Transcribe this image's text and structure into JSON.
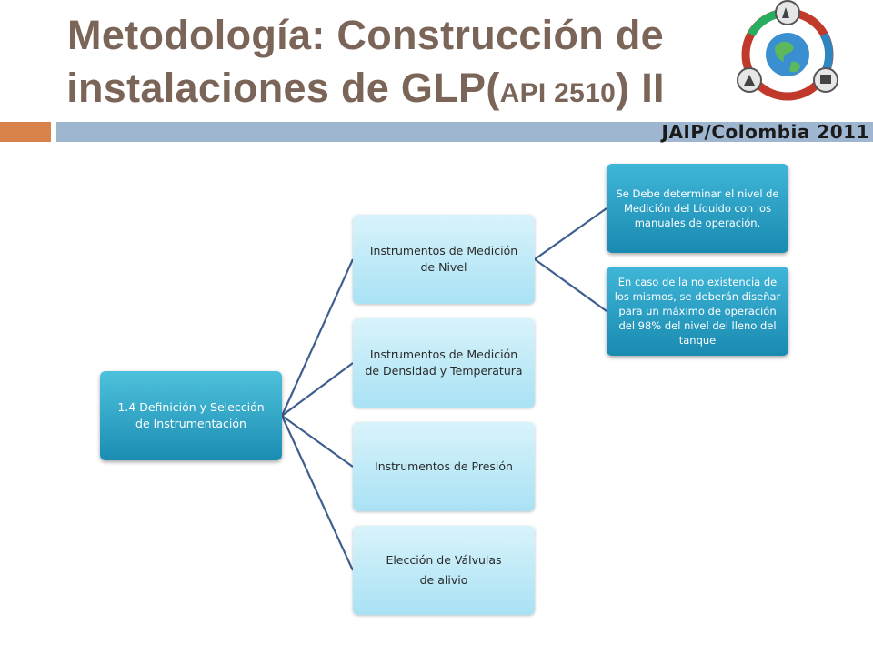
{
  "header": {
    "title_line1": "Metodología: Construcción de",
    "title_line2_main": "instalaciones de GLP(",
    "title_line2_api": "API 2510",
    "title_line2_end": ") II",
    "event_label": "JAIP/Colombia 2011"
  },
  "colors": {
    "title": "#7a6558",
    "accent_orange": "#d9824a",
    "accent_blue": "#9fb6d0",
    "node_dark": "#1b8db3",
    "node_light": "#bfe8f6",
    "connector": "#3f5f8f"
  },
  "diagram": {
    "root": "1.4 Definición y Selección de Instrumentación",
    "children": [
      {
        "label": "Instrumentos de Medición de Nivel"
      },
      {
        "label": "Instrumentos de Medición de Densidad y Temperatura"
      },
      {
        "label": "Instrumentos de Presión"
      },
      {
        "label_line1": "Elección  de Válvulas",
        "label_line2": "de alivio"
      }
    ],
    "level_children": [
      "Se Debe determinar el nivel de Medición del Líquido con los manuales de operación.",
      "En caso de la no existencia de los mismos, se deberán diseñar para un máximo de operación del 98% del nivel del lleno del tanque"
    ]
  }
}
